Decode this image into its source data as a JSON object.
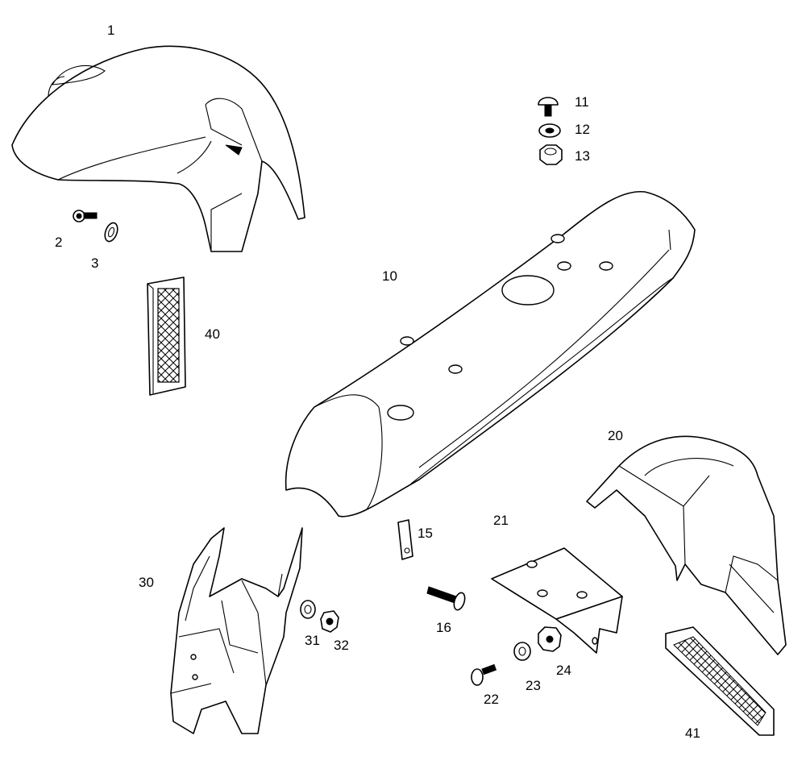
{
  "labels": {
    "p1": "1",
    "p2": "2",
    "p3": "3",
    "p10": "10",
    "p11": "11",
    "p12": "12",
    "p13": "13",
    "p15": "15",
    "p16": "16",
    "p20": "20",
    "p21": "21",
    "p22": "22",
    "p23": "23",
    "p24": "24",
    "p30": "30",
    "p31": "31",
    "p32": "32",
    "p40": "40",
    "p41": "41"
  }
}
